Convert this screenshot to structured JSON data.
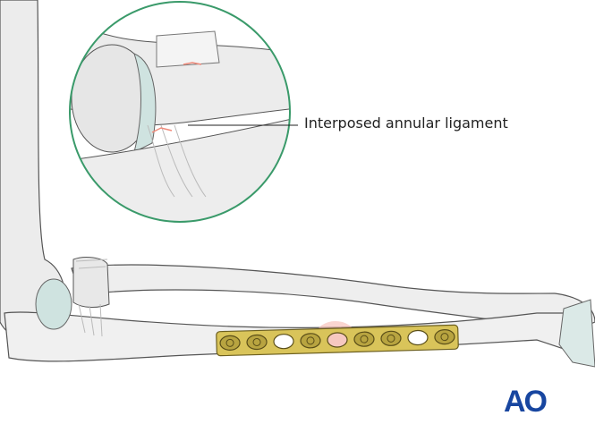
{
  "annotation": {
    "label": "Interposed annular ligament"
  },
  "logo": {
    "text": "AO",
    "color": "#1846a0"
  },
  "colors": {
    "inset_border": "#3a9a6a",
    "bone": "#ececec",
    "cartilage": "#cfe3e0",
    "plate": "#d9c45a",
    "fracture": "#f08a7a"
  },
  "plate": {
    "holes": [
      "screw",
      "screw",
      "open",
      "screw",
      "open",
      "screw",
      "screw",
      "open",
      "screw"
    ]
  }
}
